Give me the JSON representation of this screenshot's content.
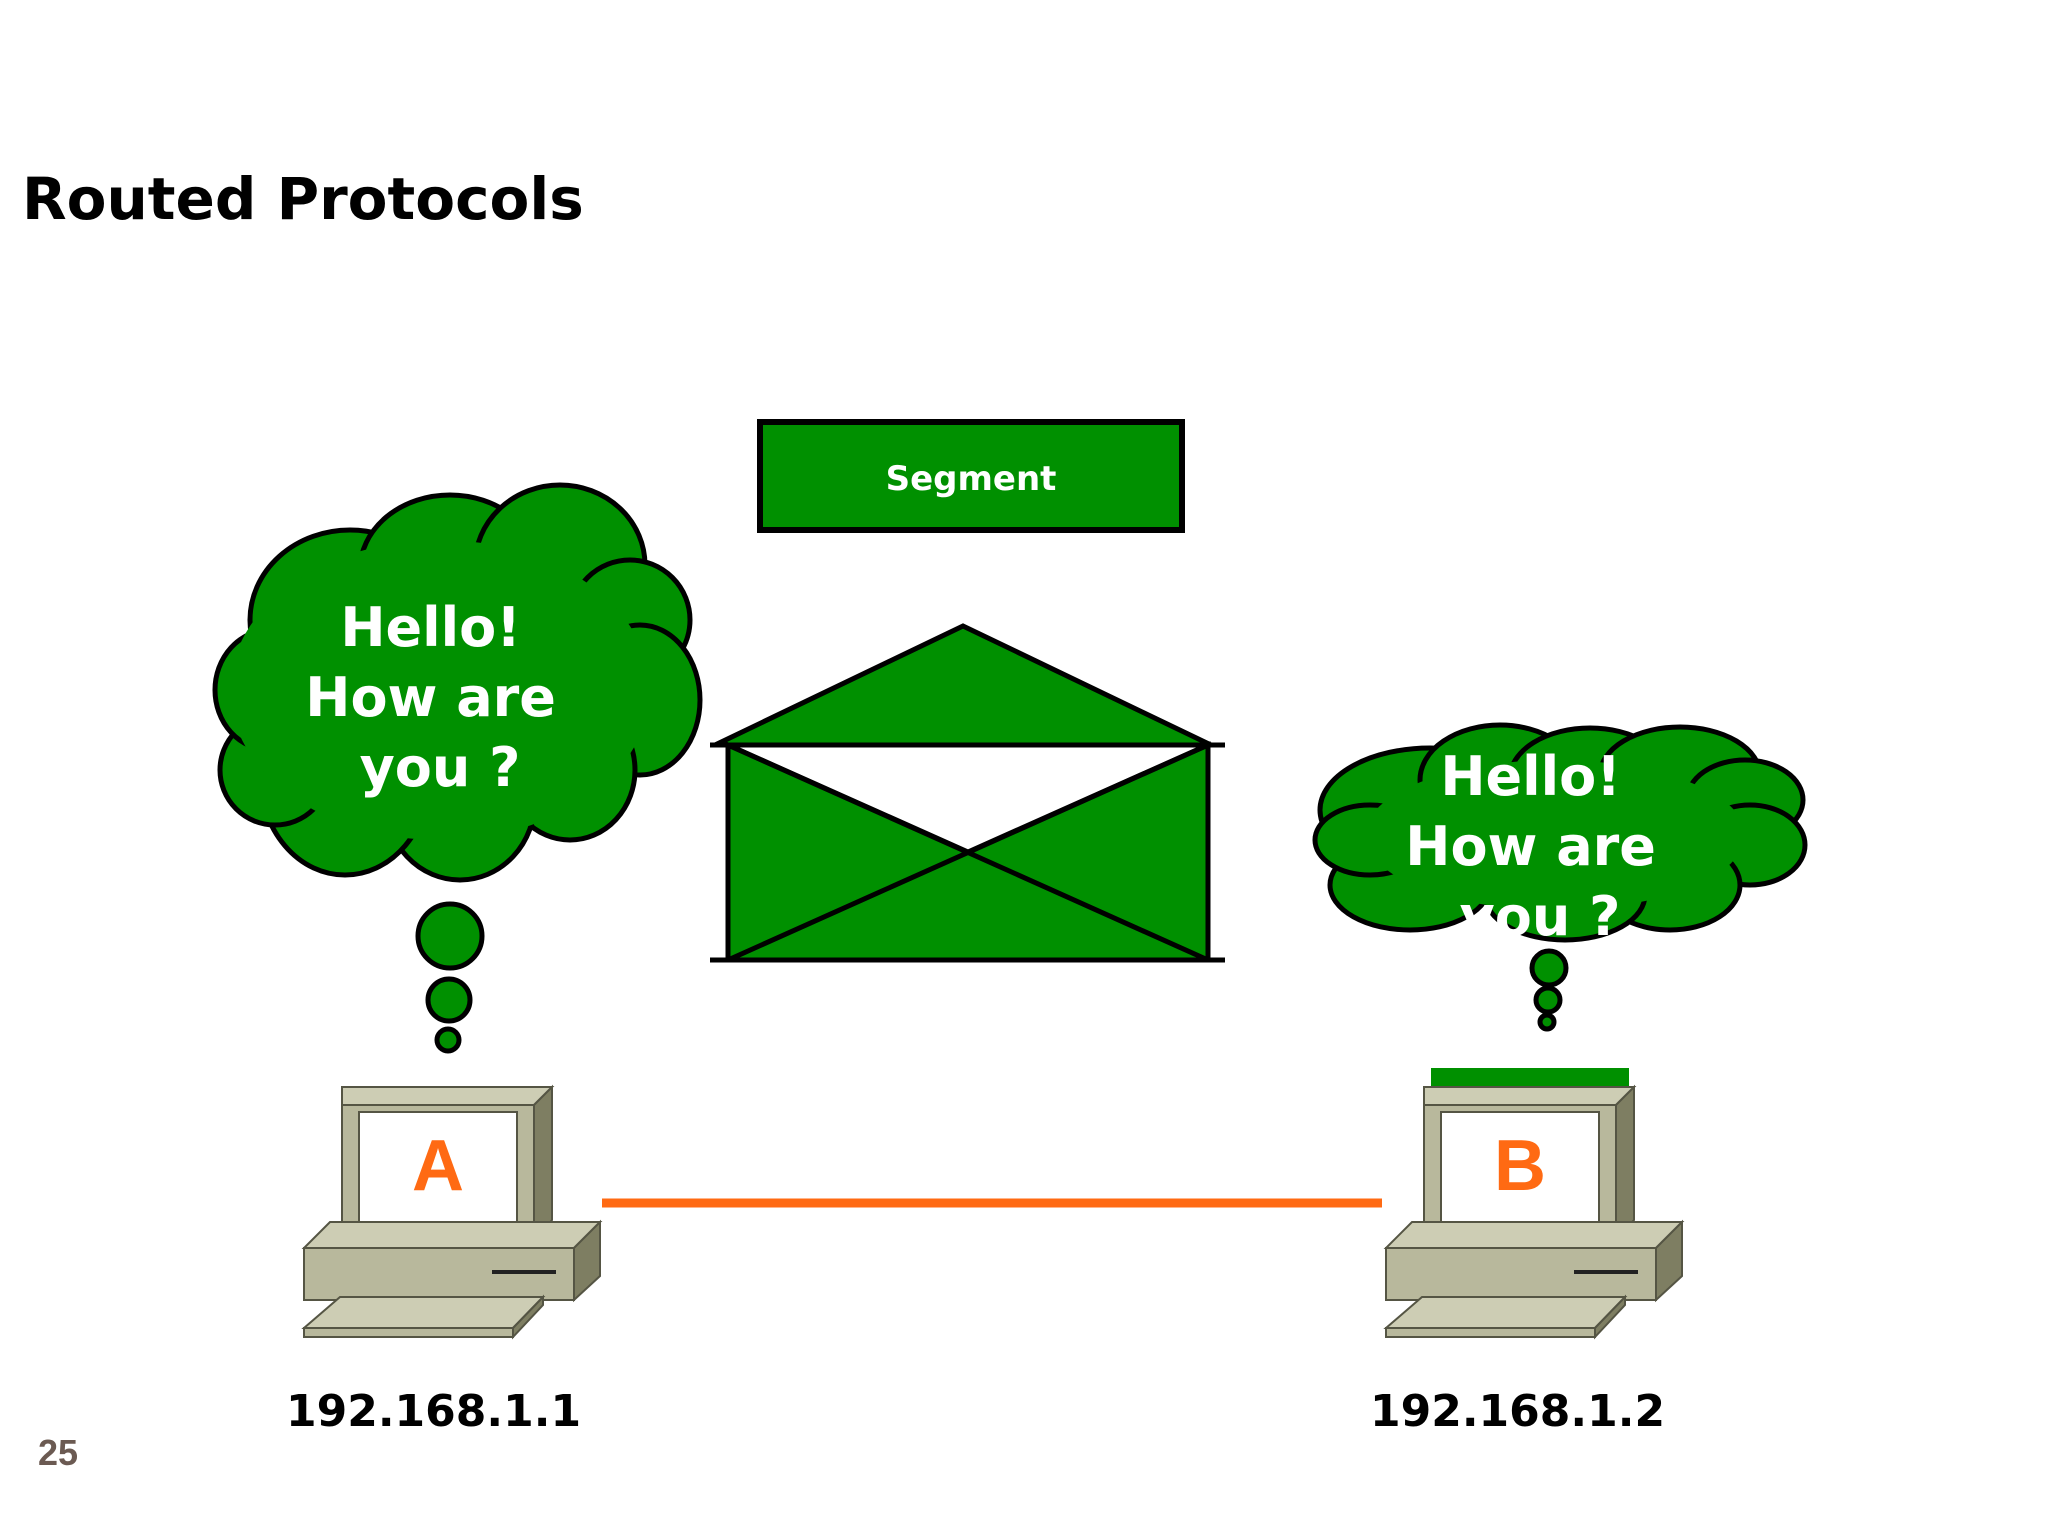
{
  "slide": {
    "title": "Routed Protocols",
    "page_number": "25"
  },
  "segment": {
    "label": "Segment"
  },
  "host_a": {
    "label": "A",
    "ip": "192.168.1.1",
    "message_lines": [
      "Hello!",
      "How are",
      "you ?"
    ]
  },
  "host_b": {
    "label": "B",
    "ip": "192.168.1.2",
    "message_lines": [
      "Hello!",
      "How are",
      "you ?"
    ]
  },
  "colors": {
    "green": "#009000",
    "link": "#ff6a13",
    "letter": "#ff6a13",
    "computer_body": "#b8b89c",
    "computer_side": "#7e7e62",
    "computer_light": "#cdcdb4",
    "page_number": "#6b5a52"
  }
}
